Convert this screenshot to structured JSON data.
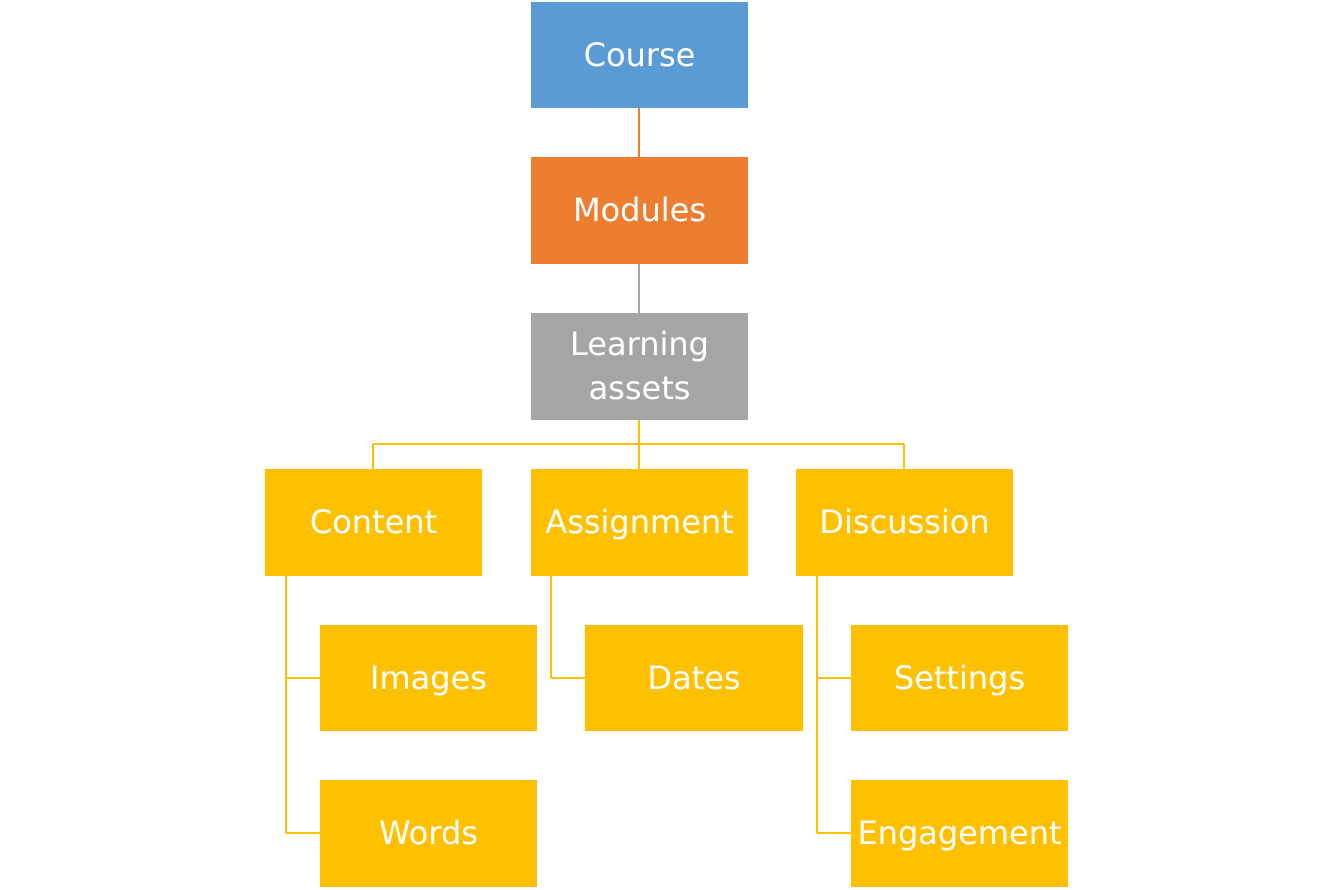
{
  "colors": {
    "course": "#5B9BD5",
    "modules": "#ED7D31",
    "learning_assets": "#A5A5A5",
    "leaf": "#FFC000",
    "line_course_modules": "#ED7D31",
    "line_modules_assets": "#A5A5A5",
    "line_leaf": "#FFC000"
  },
  "nodes": {
    "course": "Course",
    "modules": "Modules",
    "learning_assets": "Learning assets",
    "content": "Content",
    "assignment": "Assignment",
    "discussion": "Discussion",
    "images": "Images",
    "words": "Words",
    "dates": "Dates",
    "settings": "Settings",
    "engagement": "Engagement"
  }
}
